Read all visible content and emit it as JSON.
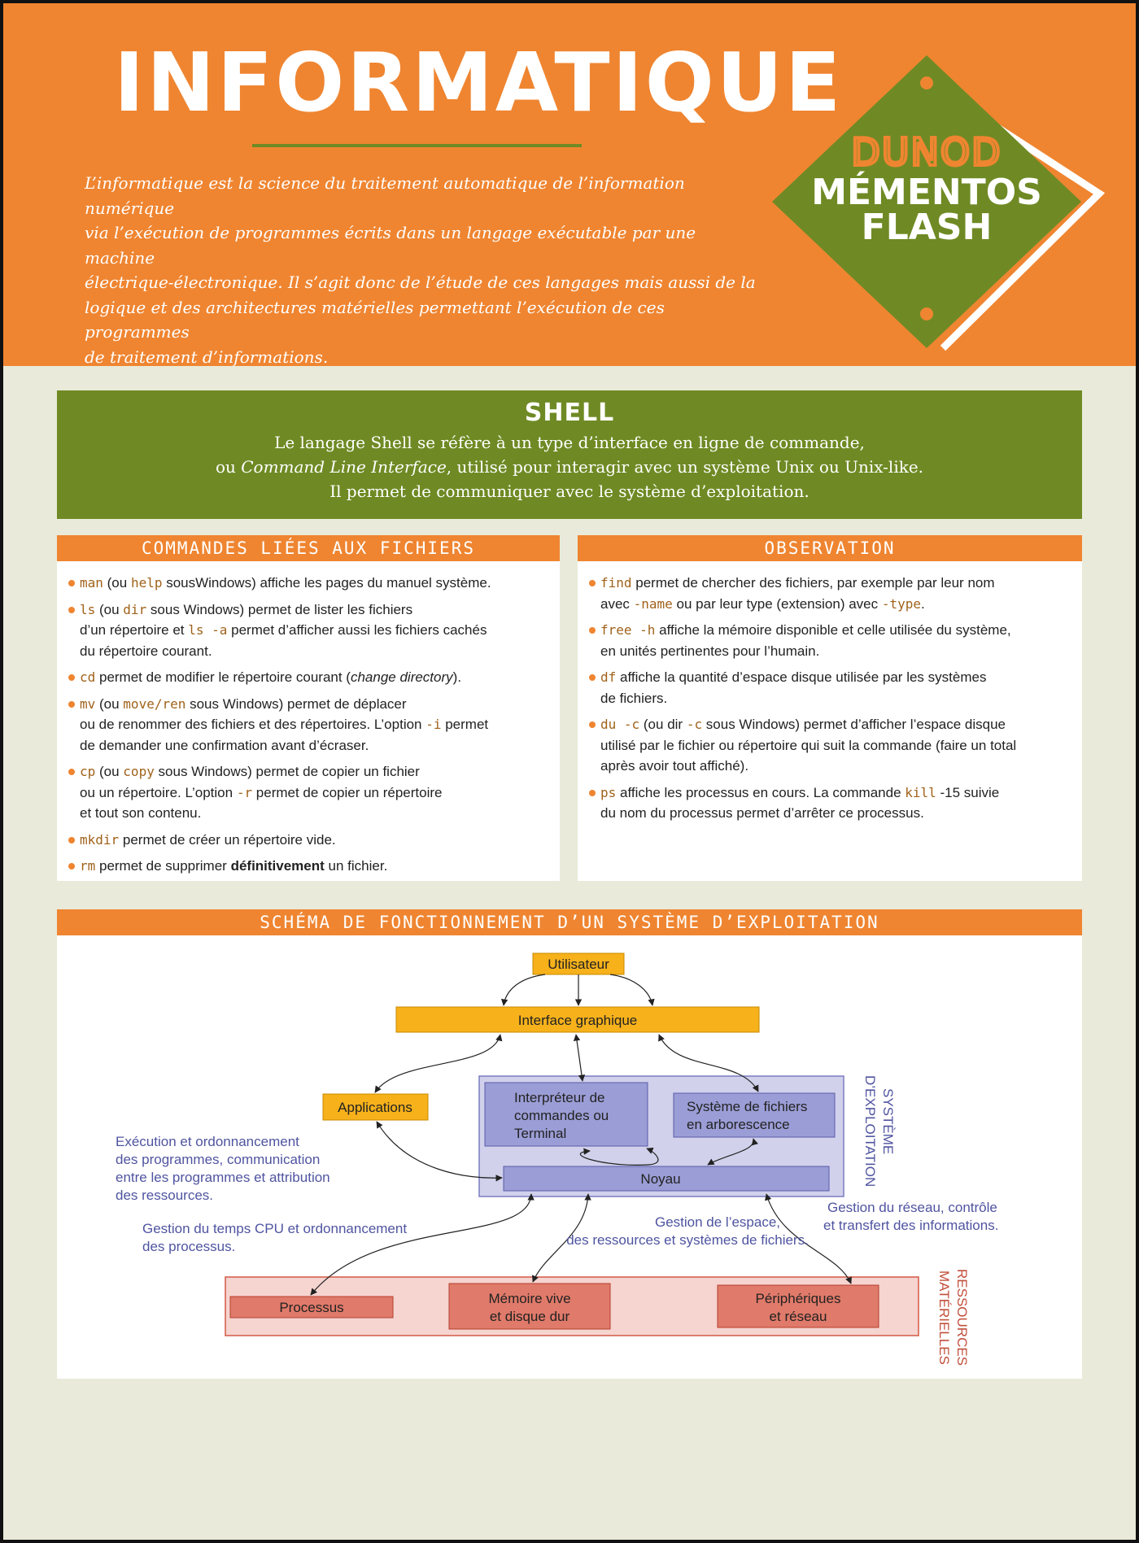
{
  "header": {
    "title": "INFORMATIQUE",
    "intro_lines": [
      "L’informatique est la science du traitement automatique de l’information numérique",
      "via l’exécution de programmes écrits dans un langage exécutable par une machine",
      "électrique-électronique. Il s’agit donc de l’étude de ces langages mais aussi de la",
      "logique et des architectures matérielles permettant l’exécution de ces programmes",
      "de traitement d’informations."
    ]
  },
  "logo": {
    "brand": "DUNOD",
    "line1": "MÉMENTOS",
    "line2": "FLASH"
  },
  "colors": {
    "orange": "#ef8531",
    "green": "#6f8a24",
    "cream": "#e9ead9",
    "code": "#a0621a"
  },
  "shell": {
    "title": "SHELL",
    "line1": "Le langage Shell se réfère à un type d’interface en ligne de commande,",
    "line2_pre": "ou ",
    "line2_em": "Command Line Interface",
    "line2_post": ", utilisé pour interagir avec un système Unix ou Unix-like.",
    "line3": "Il permet de communiquer avec le système d’exploitation."
  },
  "files": {
    "heading": "COMMANDES LIÉES AUX FICHIERS",
    "items": [
      [
        {
          "c": "man"
        },
        {
          "t": " (ou "
        },
        {
          "c": "help"
        },
        {
          "t": " sousWindows) affiche les pages du manuel système."
        }
      ],
      [
        {
          "c": "ls"
        },
        {
          "t": " (ou "
        },
        {
          "c": "dir"
        },
        {
          "t": " sous Windows) permet de lister les fichiers"
        },
        {
          "br": true
        },
        {
          "t": "d’un répertoire et "
        },
        {
          "c": "ls -a"
        },
        {
          "t": " permet d’afficher aussi les fichiers cachés"
        },
        {
          "br": true
        },
        {
          "t": "du répertoire courant."
        }
      ],
      [
        {
          "c": "cd"
        },
        {
          "t": "  permet de modifier le répertoire courant ("
        },
        {
          "i": "change directory"
        },
        {
          "t": ")."
        }
      ],
      [
        {
          "c": "mv"
        },
        {
          "t": "  (ou "
        },
        {
          "c": "move/ren"
        },
        {
          "t": " sous Windows) permet de déplacer"
        },
        {
          "br": true
        },
        {
          "t": "ou de renommer des fichiers et des répertoires. L’option "
        },
        {
          "c": "-i"
        },
        {
          "t": " permet"
        },
        {
          "br": true
        },
        {
          "t": "de demander une confirmation avant d’écraser."
        }
      ],
      [
        {
          "c": "cp"
        },
        {
          "t": " (ou "
        },
        {
          "c": "copy"
        },
        {
          "t": "  sous Windows) permet de copier un fichier"
        },
        {
          "br": true
        },
        {
          "t": "ou un répertoire. L’option "
        },
        {
          "c": "-r"
        },
        {
          "t": " permet de copier un répertoire"
        },
        {
          "br": true
        },
        {
          "t": "et tout son contenu."
        }
      ],
      [
        {
          "c": "mkdir"
        },
        {
          "t": "  permet de créer un répertoire vide."
        }
      ],
      [
        {
          "c": "rm"
        },
        {
          "t": " permet de supprimer "
        },
        {
          "b": "définitivement"
        },
        {
          "t": " un fichier."
        }
      ]
    ]
  },
  "observation": {
    "heading": "OBSERVATION",
    "items": [
      [
        {
          "c": "find"
        },
        {
          "t": " permet de chercher des fichiers, par exemple par leur nom"
        },
        {
          "br": true
        },
        {
          "t": "avec "
        },
        {
          "c": "-name"
        },
        {
          "t": " ou par leur type (extension) avec "
        },
        {
          "c": "-type"
        },
        {
          "t": "."
        }
      ],
      [
        {
          "c": "free -h"
        },
        {
          "t": " affiche la mémoire disponible et celle utilisée du système,"
        },
        {
          "br": true
        },
        {
          "t": "en unités pertinentes pour l’humain."
        }
      ],
      [
        {
          "c": "df"
        },
        {
          "t": " affiche la quantité d’espace disque utilisée par les systèmes"
        },
        {
          "br": true
        },
        {
          "t": "de fichiers."
        }
      ],
      [
        {
          "c": "du -c"
        },
        {
          "t": " (ou dir "
        },
        {
          "c": "-c"
        },
        {
          "t": " sous Windows) permet d’afficher l’espace disque"
        },
        {
          "br": true
        },
        {
          "t": "utilisé par le fichier ou répertoire qui suit la commande (faire un total"
        },
        {
          "br": true
        },
        {
          "t": "après avoir tout affiché)."
        }
      ],
      [
        {
          "c": "ps"
        },
        {
          "t": " affiche les processus en cours. La commande "
        },
        {
          "c": "kill"
        },
        {
          "t": " -15 suivie"
        },
        {
          "br": true
        },
        {
          "t": "du nom du processus permet d’arrêter ce processus."
        }
      ]
    ]
  },
  "diagram": {
    "heading": "SCHÉMA DE FONCTIONNEMENT D’UN SYSTÈME D’EXPLOITATION",
    "user": "Utilisateur",
    "gui": "Interface graphique",
    "apps": "Applications",
    "interp": [
      "Interpréteur de",
      "commandes ou",
      "Terminal"
    ],
    "fs": [
      "Système de fichiers",
      "en arborescence"
    ],
    "kernel": "Noyau",
    "os_label": [
      "SYSTÈME",
      "D’EXPLOITATION"
    ],
    "exec_note": [
      "Exécution et ordonnancement",
      "des programmes, communication",
      "entre les programmes et attribution",
      "des ressources."
    ],
    "cpu_note": [
      "Gestion du temps CPU et ordonnancement",
      "des processus."
    ],
    "space_note": [
      "Gestion de l’espace,",
      "des ressources et systèmes de fichiers."
    ],
    "net_note": [
      "Gestion du réseau, contrôle",
      "et transfert des informations."
    ],
    "proc": "Processus",
    "mem": [
      "Mémoire vive",
      "et disque dur"
    ],
    "periph": [
      "Périphériques",
      "et réseau"
    ],
    "res_label": [
      "RESSOURCES",
      "MATÉRIELLES"
    ]
  }
}
